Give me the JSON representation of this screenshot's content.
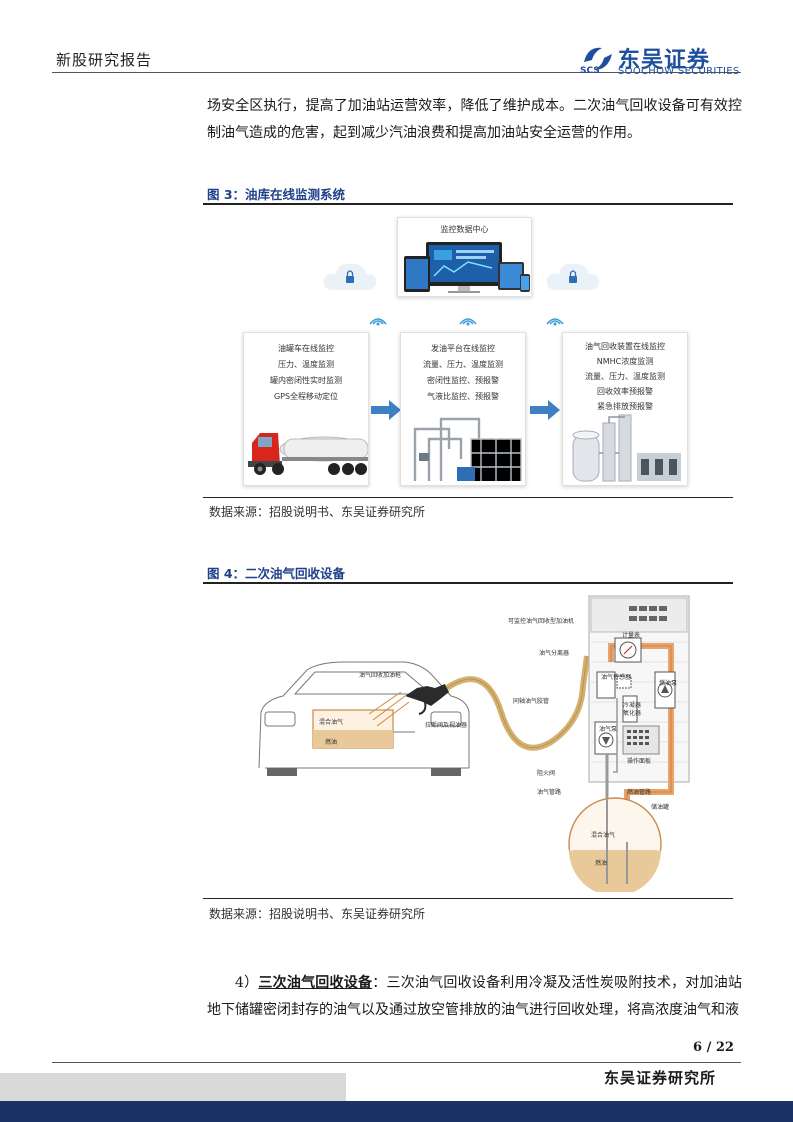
{
  "header": {
    "doc_type": "新股研究报告",
    "logo_cn": "东吴证券",
    "logo_en": "SOOCHOW SECURITIES",
    "logo_abbr": "SCS"
  },
  "intro_paragraph": "场安全区执行，提高了加油站运营效率，降低了维护成本。二次油气回收设备可有效控制油气造成的危害，起到减少汽油浪费和提高加油站安全运营的作用。",
  "figure3": {
    "title": "图 3：油库在线监测系统",
    "center_label": "监控数据中心",
    "card1": {
      "title": "油罐车在线监控",
      "lines": [
        "压力、温度监测",
        "罐内密闭性实时监测",
        "GPS全程移动定位"
      ]
    },
    "card2": {
      "title": "发油平台在线监控",
      "lines": [
        "流量、压力、温度监测",
        "密闭性监控、预报警",
        "气液比监控、预报警"
      ]
    },
    "card3": {
      "title": "油气回收装置在线监控",
      "lines": [
        "NMHC浓度监测",
        "流量、压力、温度监测",
        "回收效率预报警",
        "紧急排放预报警"
      ]
    },
    "source": "数据来源：招股说明书、东吴证券研究所"
  },
  "figure4": {
    "title": "图 4：二次油气回收设备",
    "labels": {
      "dispenser": "可监控油气回收型加油机",
      "meter": "计量表",
      "separator": "油气分离器",
      "nozzle": "油气回收加油枪",
      "breakaway": "拉断阀及视油器",
      "coaxial_hose": "同轴油气胶管",
      "gas_sensor": "油气传感器",
      "condenser": "冷凝器\n氧化器",
      "vapor_pump": "油气泵",
      "fuel_pump": "燃油泵",
      "control_panel": "操作面板",
      "flame_arrestor": "阻火阀",
      "vapor_pipe": "油气管路",
      "fuel_pipe": "燃油管路",
      "tank": "储油罐",
      "car_mix": "混合油气",
      "car_fuel": "燃油",
      "tank_mix": "混合油气",
      "tank_fuel": "燃油"
    },
    "source": "数据来源：招股说明书、东吴证券研究所"
  },
  "paragraph2": {
    "prefix": "4）",
    "bold_term": "三次油气回收设备",
    "body": "：三次油气回收设备利用冷凝及活性炭吸附技术，对加油站地下储罐密闭封存的油气以及通过放空管排放的油气进行回收处理，将高浓度油气和液"
  },
  "footer": {
    "page": "6 / 22",
    "institute": "东吴证券研究所"
  },
  "colors": {
    "brand_blue": "#1e4e9c",
    "figure_title": "#1f3f8a",
    "navy_band": "#1b3264",
    "grey_band": "#d9d9d9",
    "pipe_orange": "#e8a46a",
    "hose_tan": "#d6b070",
    "fuel_tan": "#e9c99a"
  }
}
